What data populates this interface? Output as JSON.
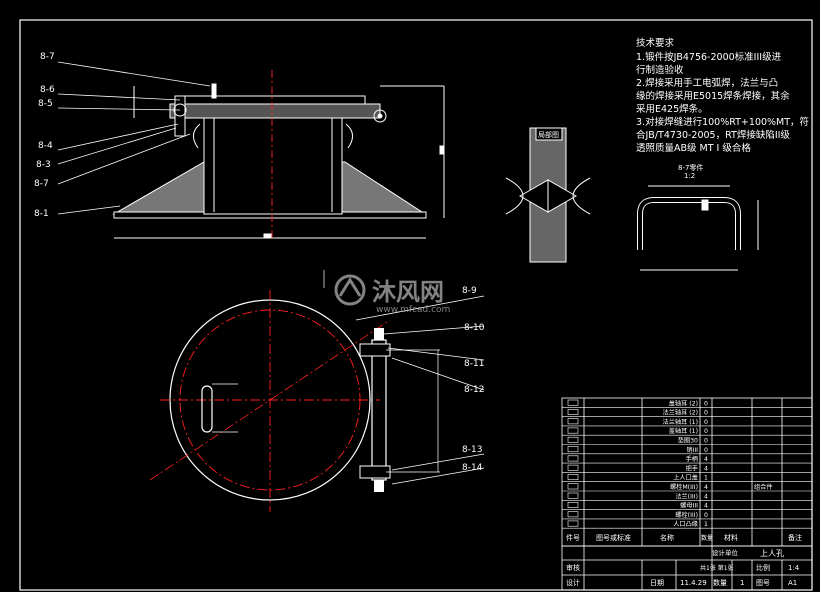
{
  "tech_requirements": {
    "title": "技术要求",
    "lines": [
      "1.锻件按JB4756-2000标准III级进",
      "行制造验收",
      "2.焊接采用手工电弧焊，法兰与凸",
      "缘的焊接采用E5015焊条焊接，其余",
      "采用E425焊条。",
      "3.对接焊缝进行100%RT+100%MT，符",
      "合JB/T4730-2005，RT焊接缺陷II级",
      "透照质量AB级 MT I 级合格"
    ]
  },
  "detail_labels": {
    "partial_view": "局部图",
    "section_a": "8-7零件",
    "section_scale": "1:2"
  },
  "callouts_top": [
    "8-7",
    "8-6",
    "8-5",
    "8-4",
    "8-3",
    "8-7",
    "8-1"
  ],
  "callouts_plan": [
    "8-9",
    "8-10",
    "8-11",
    "8-12",
    "8-13",
    "8-14"
  ],
  "watermark": {
    "brand": "沐风网",
    "url": "www.mfcad.com"
  },
  "bom": {
    "rows": [
      {
        "name": "盖轴耳 (2)",
        "qty": "0",
        "material": ""
      },
      {
        "name": "法兰轴耳 (2)",
        "qty": "0",
        "material": ""
      },
      {
        "name": "法兰轴耳 (1)",
        "qty": "0",
        "material": ""
      },
      {
        "name": "盖轴耳 (1)",
        "qty": "0",
        "material": ""
      },
      {
        "name": "垫圈30",
        "qty": "0",
        "material": ""
      },
      {
        "name": "销III",
        "qty": "0",
        "material": ""
      },
      {
        "name": "手柄",
        "qty": "4",
        "material": ""
      },
      {
        "name": "把手",
        "qty": "4",
        "material": ""
      },
      {
        "name": "上人口盖",
        "qty": "1",
        "material": ""
      },
      {
        "name": "螺栓M(III)",
        "qty": "4",
        "material": "组合件"
      },
      {
        "name": "法兰(III)",
        "qty": "4",
        "material": ""
      },
      {
        "name": "螺母III",
        "qty": "4",
        "material": ""
      },
      {
        "name": "螺栓(III)",
        "qty": "0",
        "material": ""
      },
      {
        "name": "人口凸缘",
        "qty": "1",
        "material": ""
      }
    ],
    "header": {
      "seq": "件号",
      "drawing_no": "图号或标准",
      "name": "名称",
      "qty": "数量",
      "material": "材料",
      "remark": "备注"
    }
  },
  "title_block": {
    "drawing_title": "上人孔",
    "design_unit": "设计单位",
    "review": "审核",
    "design": "设计",
    "date_label": "日期",
    "date": "11.4.29",
    "scale_label": "比例",
    "scale": "1:4",
    "weight_label": "共1张 第1张",
    "qty_label": "数量",
    "qty": "1",
    "sheet_label": "图号",
    "sheet": "A1"
  },
  "colors": {
    "background": "#000000",
    "outline": "#ffffff",
    "centerline": "#ff2020",
    "dimension": "#ffffff",
    "watermark": "#9a9a9a"
  }
}
